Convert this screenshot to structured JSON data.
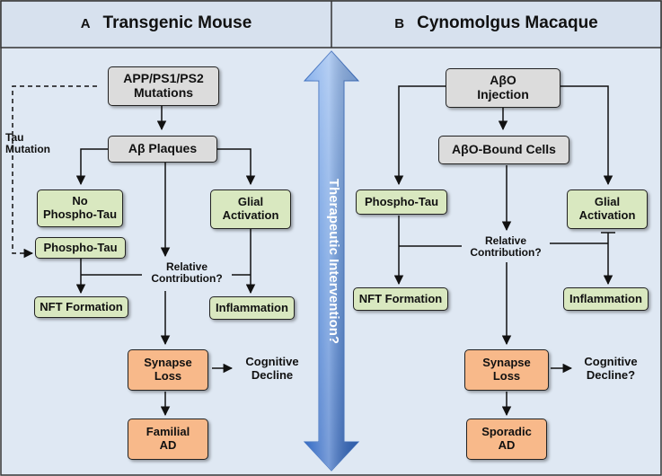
{
  "panel_a": {
    "letter": "A",
    "title": "Transgenic Mouse",
    "mutations": "APP/PS1/PS2\nMutations",
    "tau_mutation": "Tau\nMutation",
    "plaques": "Aβ Plaques",
    "no_phospho_tau": "No\nPhospho-Tau",
    "glial_activation": "Glial\nActivation",
    "phospho_tau": "Phospho-Tau",
    "relative_contribution": "Relative\nContribution?",
    "nft_formation": "NFT Formation",
    "inflammation": "Inflammation",
    "synapse_loss": "Synapse\nLoss",
    "cognitive_decline": "Cognitive\nDecline",
    "outcome": "Familial\nAD"
  },
  "panel_b": {
    "letter": "B",
    "title": "Cynomolgus Macaque",
    "injection": "AβO\nInjection",
    "bound_cells": "AβO-Bound Cells",
    "phospho_tau": "Phospho-Tau",
    "glial_activation": "Glial\nActivation",
    "relative_contribution": "Relative\nContribution?",
    "nft_formation": "NFT Formation",
    "inflammation": "Inflammation",
    "synapse_loss": "Synapse\nLoss",
    "cognitive_decline": "Cognitive\nDecline?",
    "outcome": "Sporadic\nAD"
  },
  "center": {
    "intervention_label": "Therapeutic Intervention?"
  },
  "colors": {
    "panel_bg": "#dfe8f3",
    "header_bg": "#d7e1ee",
    "border": "#333333",
    "node_gray": "#dcdcdc",
    "node_green": "#d9e8c0",
    "node_orange": "#f8b98a",
    "arrow_blue": "#4a7fd0"
  }
}
